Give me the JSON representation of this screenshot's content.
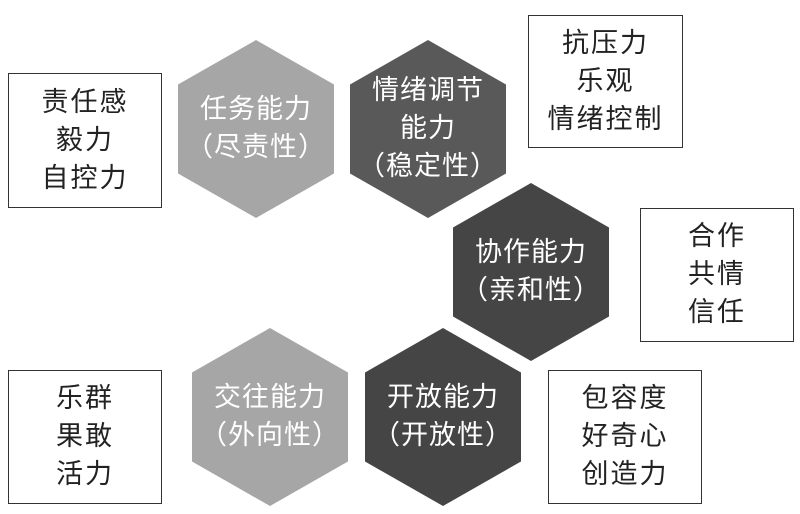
{
  "colors": {
    "hex_light": "#a6a6a6",
    "hex_dark": "#595959",
    "hex_darker": "#454545",
    "hex_text": "#ffffff",
    "box_border": "#333333"
  },
  "hexagons": [
    {
      "id": "task",
      "lines": [
        "任务能力",
        "（尽责性）"
      ],
      "shade": "light"
    },
    {
      "id": "emotion",
      "lines": [
        "情绪调节",
        "能力",
        "（稳定性）"
      ],
      "shade": "dark"
    },
    {
      "id": "cooperation",
      "lines": [
        "协作能力",
        "（亲和性）"
      ],
      "shade": "darker"
    },
    {
      "id": "social",
      "lines": [
        "交往能力",
        "（外向性）"
      ],
      "shade": "light"
    },
    {
      "id": "openness",
      "lines": [
        "开放能力",
        "（开放性）"
      ],
      "shade": "darker"
    }
  ],
  "boxes": [
    {
      "id": "task",
      "lines": [
        "责任感",
        "毅力",
        "自控力"
      ]
    },
    {
      "id": "emotion",
      "lines": [
        "抗压力",
        "乐观",
        "情绪控制"
      ]
    },
    {
      "id": "cooperation",
      "lines": [
        "合作",
        "共情",
        "信任"
      ]
    },
    {
      "id": "social",
      "lines": [
        "乐群",
        "果敢",
        "活力"
      ]
    },
    {
      "id": "openness",
      "lines": [
        "包容度",
        "好奇心",
        "创造力"
      ]
    }
  ]
}
